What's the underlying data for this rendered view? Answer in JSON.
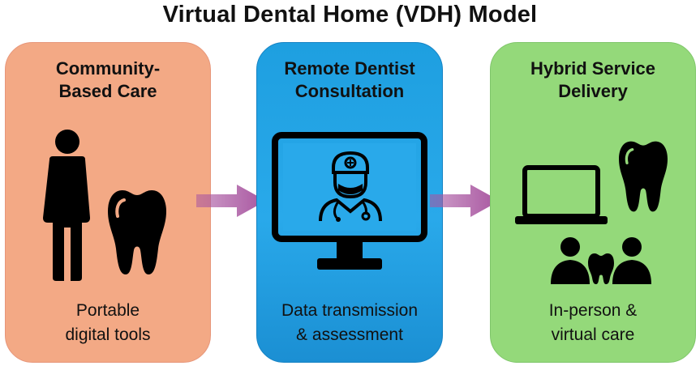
{
  "title": "Virtual Dental Home (VDH) Model",
  "panels": [
    {
      "heading": [
        "Community-",
        "Based Care"
      ],
      "caption": [
        "Portable",
        "digital tools"
      ],
      "color": "#f3a985"
    },
    {
      "heading": [
        "Remote Dentist",
        "Consultation"
      ],
      "caption": [
        "Data transmission",
        "& assessment"
      ],
      "color": "#1e9fe0"
    },
    {
      "heading": [
        "Hybrid Service",
        "Delivery"
      ],
      "caption": [
        "In-person &",
        "virtual care"
      ],
      "color": "#94d97a"
    }
  ],
  "arrow_color": "#a855a0",
  "icons": [
    "person-icon",
    "tooth-icon",
    "monitor-icon",
    "doctor-icon",
    "laptop-icon",
    "tooth-icon",
    "people-icon"
  ]
}
